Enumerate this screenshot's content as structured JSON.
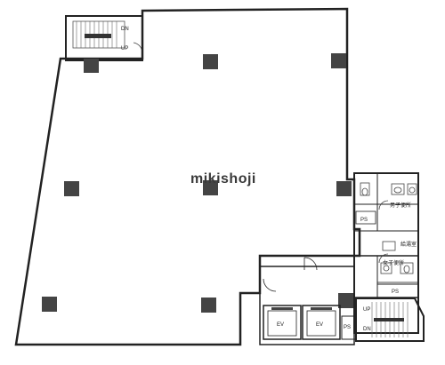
{
  "watermark": "mikishoji",
  "labels": {
    "stair_top_dn": "DN",
    "stair_top_up": "UP",
    "ps_upper": "PS",
    "mens_toilet": "男子便所",
    "hot_water_room": "給湯室",
    "womens_toilet": "女子便所",
    "ps_middle": "PS",
    "ev_left": "EV",
    "ev_right": "EV",
    "ps_lower": "PS",
    "stair_bottom_up": "UP",
    "stair_bottom_dn": "DN"
  }
}
